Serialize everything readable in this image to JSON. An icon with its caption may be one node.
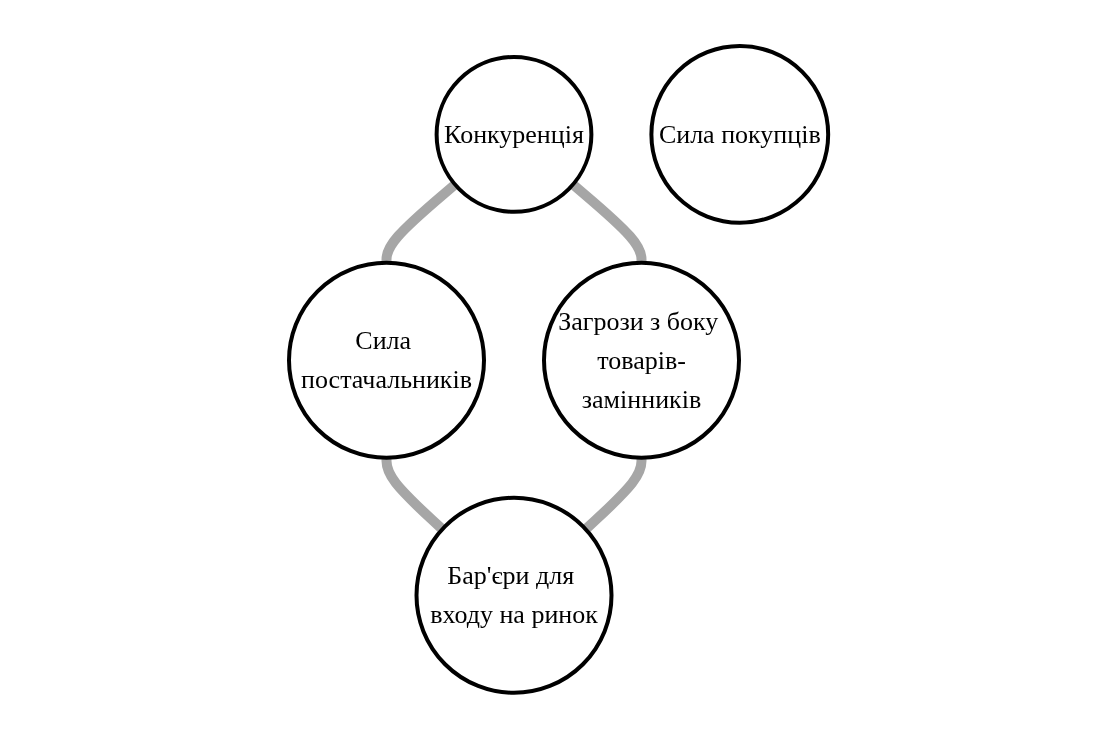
{
  "diagram": {
    "nodes": [
      {
        "text": [
          "Конкуренція"
        ]
      },
      {
        "text": [
          "Сила постачальників"
        ]
      },
      {
        "text": [
          "Сила покупців"
        ]
      },
      {
        "text": [
          "Загрози з боку товарів-замінників"
        ]
      },
      {
        "text": [
          "Бар'єри для входу на ринок"
        ]
      }
    ],
    "edges": [
      {
        "from": 0,
        "to": 1,
        "arrow": "none"
      },
      {
        "from": 0,
        "to": 3,
        "arrow": "none"
      },
      {
        "from": 1,
        "to": 4,
        "arrow": "none"
      },
      {
        "from": 3,
        "to": 4,
        "arrow": "none"
      }
    ]
  }
}
